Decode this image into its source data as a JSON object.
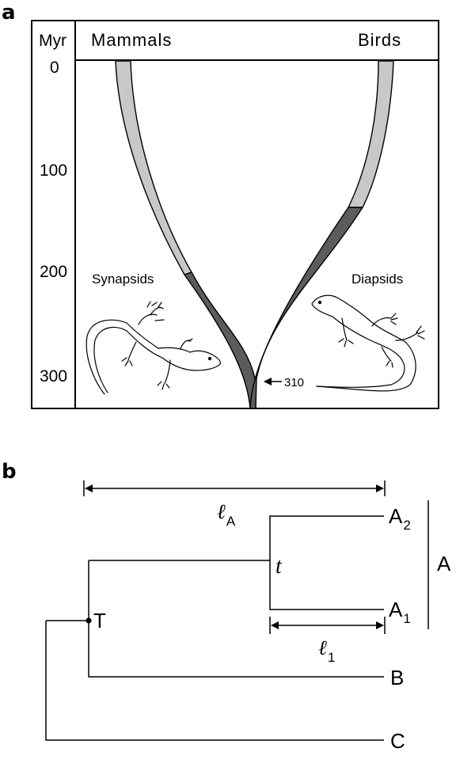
{
  "panel_a": {
    "label": "a",
    "time_axis": {
      "unit_label": "Myr",
      "ticks": [
        {
          "label": "0",
          "value": 0
        },
        {
          "label": "100",
          "value": 100
        },
        {
          "label": "200",
          "value": 200
        },
        {
          "label": "300",
          "value": 300
        }
      ]
    },
    "left_lineage": {
      "name": "Mammals",
      "group_label": "Synapsids"
    },
    "right_lineage": {
      "name": "Birds",
      "group_label": "Diapsids"
    },
    "divergence_label": "310",
    "divergence_myr": 310,
    "colors": {
      "dark_branch": "#5c5c5c",
      "light_branch": "#c8c8c8",
      "outline": "#000000"
    }
  },
  "panel_b": {
    "label": "b",
    "tips": {
      "a2": "A",
      "a1": "A",
      "b": "B",
      "c": "C"
    },
    "tip_subscripts": {
      "a2": "2",
      "a1": "1"
    },
    "nodes": {
      "root": "T",
      "inner": "t"
    },
    "clade_label": "A",
    "length_labels": {
      "l_a": {
        "symbol": "ℓ",
        "sub": "A"
      },
      "l_1": {
        "symbol": "ℓ",
        "sub": "1"
      }
    }
  }
}
